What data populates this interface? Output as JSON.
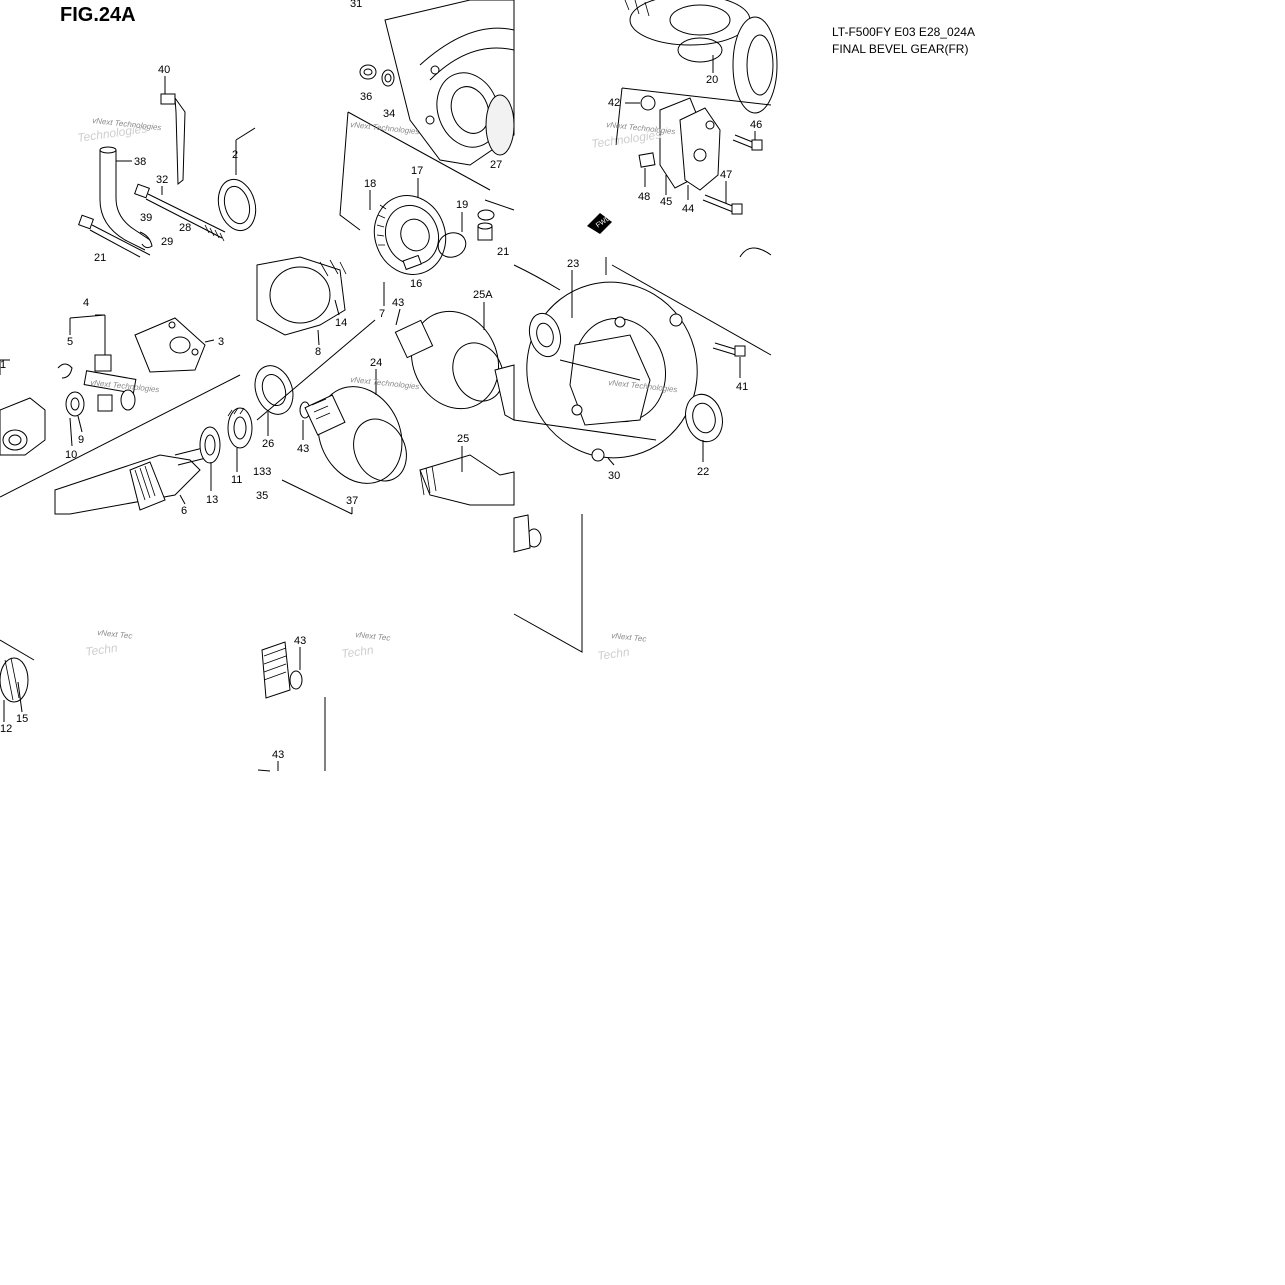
{
  "figure": {
    "title": "FIG.24A",
    "model_code": "LT-F500FY E03 E28_024A",
    "section_name": "FINAL BEVEL GEAR(FR)"
  },
  "watermark": {
    "line1": "vNext Technologies",
    "line2": "Technologies",
    "line3": "vNext Tec",
    "line4": "Techn"
  },
  "fwd_mark": "FWD",
  "callouts": [
    "31",
    "40",
    "36",
    "34",
    "27",
    "20",
    "42",
    "46",
    "38",
    "2",
    "32",
    "18",
    "17",
    "19",
    "48",
    "45",
    "44",
    "47",
    "39",
    "28",
    "29",
    "21",
    "21",
    "16",
    "23",
    "4",
    "5",
    "3",
    "43",
    "25A",
    "14",
    "7",
    "8",
    "1",
    "24",
    "41",
    "26",
    "9",
    "10",
    "43",
    "25",
    "22",
    "30",
    "133",
    "11",
    "13",
    "6",
    "35",
    "37",
    "43",
    "43",
    "15",
    "12"
  ]
}
